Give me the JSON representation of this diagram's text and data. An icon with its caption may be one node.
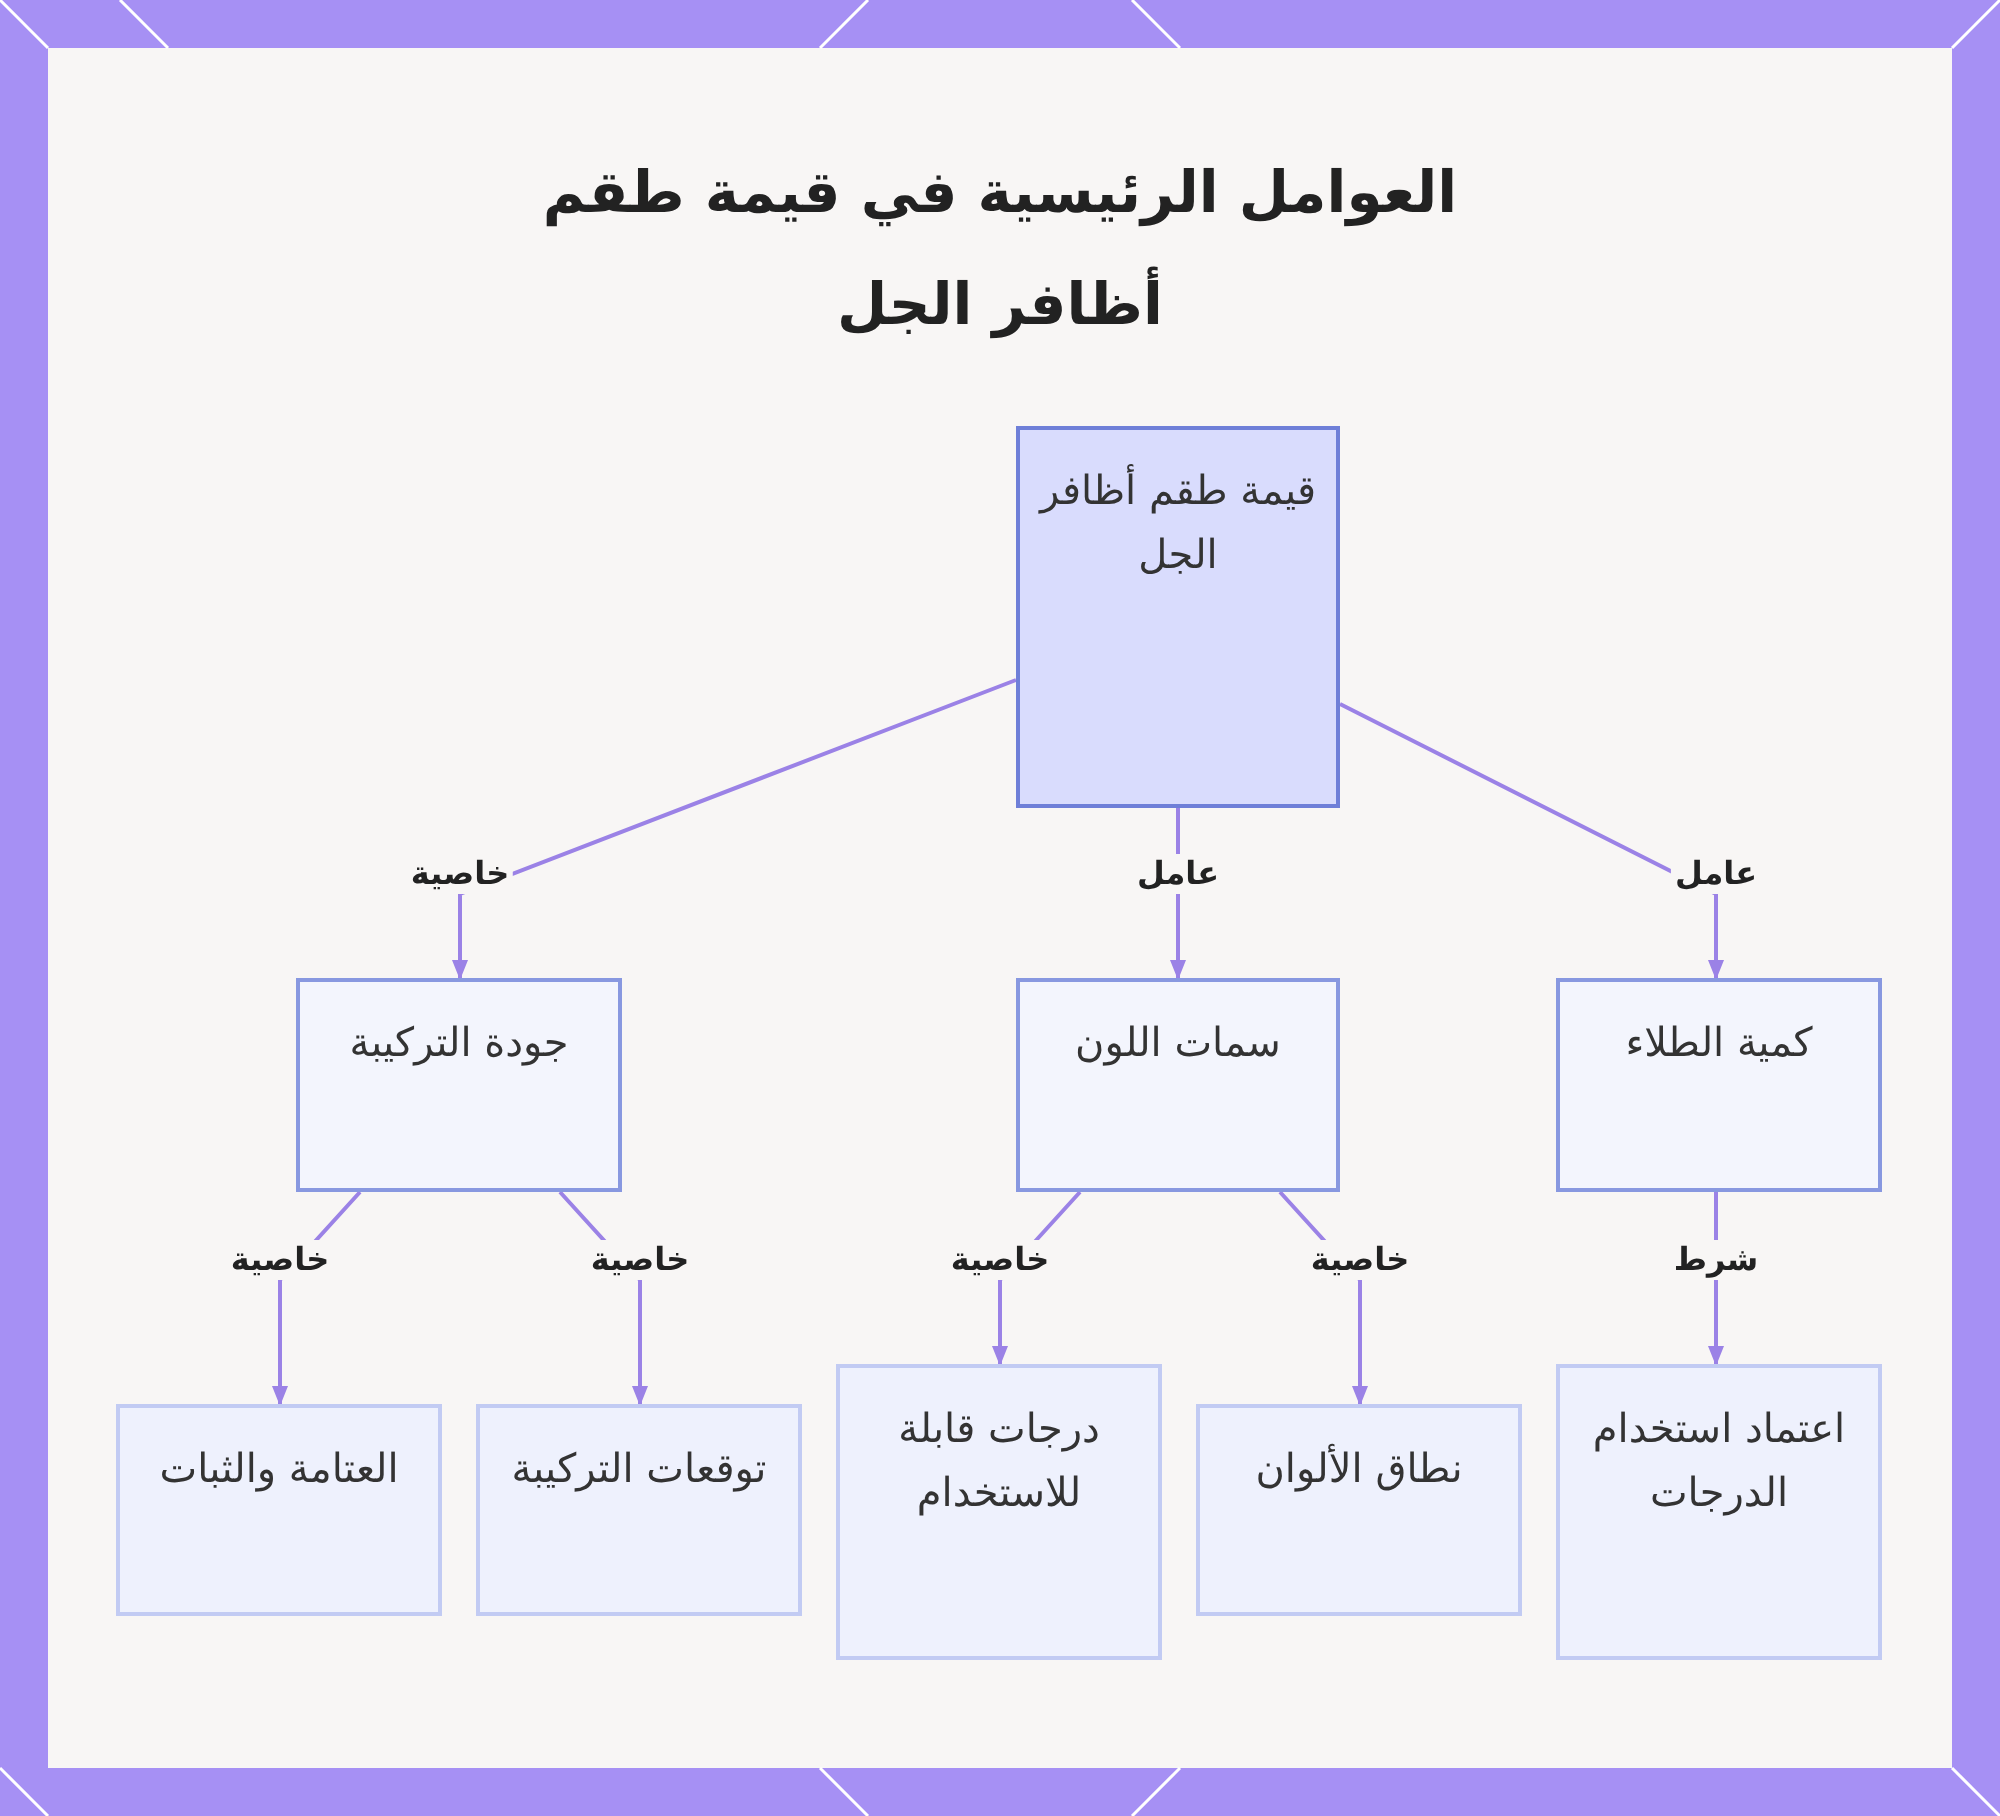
{
  "diagram": {
    "title": "العوامل الرئيسية في قيمة طقم أظافر الجل",
    "nodes": [
      {
        "text": [
          "قيمة طقم أظافر الجل"
        ]
      },
      {
        "text": [
          "جودة التركيبة"
        ]
      },
      {
        "text": [
          "سمات اللون"
        ]
      },
      {
        "text": [
          "كمية الطلاء"
        ]
      },
      {
        "text": [
          "العتامة والثبات"
        ]
      },
      {
        "text": [
          "توقعات التركيبة"
        ]
      },
      {
        "text": [
          "درجات قابلة للاستخدام"
        ]
      },
      {
        "text": [
          "نطاق الألوان"
        ]
      },
      {
        "text": [
          "اعتماد استخدام الدرجات"
        ]
      }
    ],
    "edges": [
      {
        "from": 0,
        "to": 1,
        "arrow": "to",
        "label": "خاصية"
      },
      {
        "from": 0,
        "to": 2,
        "arrow": "to",
        "label": "عامل"
      },
      {
        "from": 0,
        "to": 3,
        "arrow": "to",
        "label": "عامل"
      },
      {
        "from": 1,
        "to": 4,
        "arrow": "to",
        "label": "خاصية"
      },
      {
        "from": 1,
        "to": 5,
        "arrow": "to",
        "label": "خاصية"
      },
      {
        "from": 2,
        "to": 6,
        "arrow": "to",
        "label": "خاصية"
      },
      {
        "from": 2,
        "to": 7,
        "arrow": "to",
        "label": "خاصية"
      },
      {
        "from": 3,
        "to": 8,
        "arrow": "to",
        "label": "شرط"
      }
    ]
  }
}
